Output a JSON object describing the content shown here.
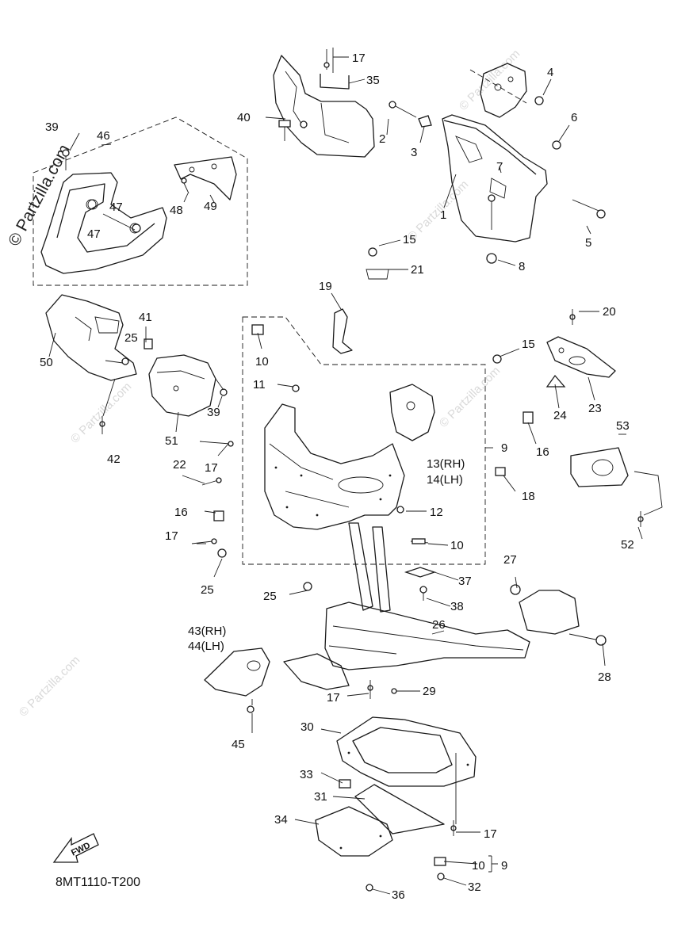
{
  "watermark": {
    "primary": "© Partzilla.com",
    "faint": "© Partzilla.com"
  },
  "diagram_code": "8MT1110-T200",
  "fwd_label": "FWD",
  "callouts": [
    {
      "id": "c1",
      "text": "1"
    },
    {
      "id": "c2",
      "text": "2"
    },
    {
      "id": "c3",
      "text": "3"
    },
    {
      "id": "c4",
      "text": "4"
    },
    {
      "id": "c5",
      "text": "5"
    },
    {
      "id": "c6",
      "text": "6"
    },
    {
      "id": "c7",
      "text": "7"
    },
    {
      "id": "c8",
      "text": "8"
    },
    {
      "id": "c9a",
      "text": "9"
    },
    {
      "id": "c9b",
      "text": "9"
    },
    {
      "id": "c10a",
      "text": "10"
    },
    {
      "id": "c10b",
      "text": "10"
    },
    {
      "id": "c10c",
      "text": "10"
    },
    {
      "id": "c11",
      "text": "11"
    },
    {
      "id": "c12",
      "text": "12"
    },
    {
      "id": "c13",
      "text": "13(RH)"
    },
    {
      "id": "c14",
      "text": "14(LH)"
    },
    {
      "id": "c15a",
      "text": "15"
    },
    {
      "id": "c15b",
      "text": "15"
    },
    {
      "id": "c16a",
      "text": "16"
    },
    {
      "id": "c16b",
      "text": "16"
    },
    {
      "id": "c17a",
      "text": "17"
    },
    {
      "id": "c17b",
      "text": "17"
    },
    {
      "id": "c17c",
      "text": "17"
    },
    {
      "id": "c17d",
      "text": "17"
    },
    {
      "id": "c17e",
      "text": "17"
    },
    {
      "id": "c18",
      "text": "18"
    },
    {
      "id": "c19",
      "text": "19"
    },
    {
      "id": "c20",
      "text": "20"
    },
    {
      "id": "c21",
      "text": "21"
    },
    {
      "id": "c22",
      "text": "22"
    },
    {
      "id": "c23",
      "text": "23"
    },
    {
      "id": "c24",
      "text": "24"
    },
    {
      "id": "c25a",
      "text": "25"
    },
    {
      "id": "c25b",
      "text": "25"
    },
    {
      "id": "c25c",
      "text": "25"
    },
    {
      "id": "c26",
      "text": "26"
    },
    {
      "id": "c27",
      "text": "27"
    },
    {
      "id": "c28",
      "text": "28"
    },
    {
      "id": "c29",
      "text": "29"
    },
    {
      "id": "c30",
      "text": "30"
    },
    {
      "id": "c31",
      "text": "31"
    },
    {
      "id": "c32",
      "text": "32"
    },
    {
      "id": "c33",
      "text": "33"
    },
    {
      "id": "c34",
      "text": "34"
    },
    {
      "id": "c35",
      "text": "35"
    },
    {
      "id": "c36",
      "text": "36"
    },
    {
      "id": "c37",
      "text": "37"
    },
    {
      "id": "c38",
      "text": "38"
    },
    {
      "id": "c39a",
      "text": "39"
    },
    {
      "id": "c39b",
      "text": "39"
    },
    {
      "id": "c40",
      "text": "40"
    },
    {
      "id": "c41",
      "text": "41"
    },
    {
      "id": "c42",
      "text": "42"
    },
    {
      "id": "c43",
      "text": "43(RH)"
    },
    {
      "id": "c44",
      "text": "44(LH)"
    },
    {
      "id": "c45",
      "text": "45"
    },
    {
      "id": "c46",
      "text": "46"
    },
    {
      "id": "c47a",
      "text": "47"
    },
    {
      "id": "c47b",
      "text": "47"
    },
    {
      "id": "c48",
      "text": "48"
    },
    {
      "id": "c49",
      "text": "49"
    },
    {
      "id": "c50",
      "text": "50"
    },
    {
      "id": "c51",
      "text": "51"
    },
    {
      "id": "c52",
      "text": "52"
    },
    {
      "id": "c53",
      "text": "53"
    }
  ]
}
